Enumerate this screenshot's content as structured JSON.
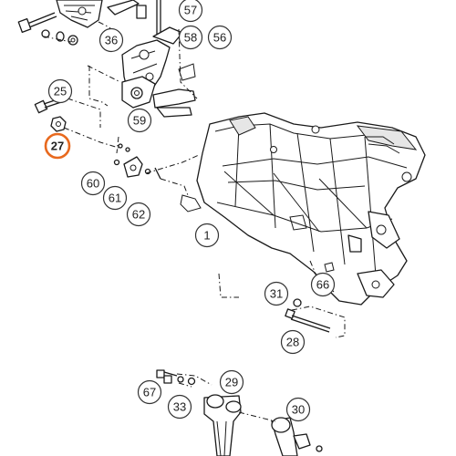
{
  "diagram": {
    "highlight_color": "#e8691e",
    "callout_color": "#333333",
    "callouts": [
      {
        "label": "57",
        "highlighted": false
      },
      {
        "label": "36",
        "highlighted": false
      },
      {
        "label": "58",
        "highlighted": false
      },
      {
        "label": "56",
        "highlighted": false
      },
      {
        "label": "25",
        "highlighted": false
      },
      {
        "label": "59",
        "highlighted": false
      },
      {
        "label": "27",
        "highlighted": true
      },
      {
        "label": "60",
        "highlighted": false
      },
      {
        "label": "61",
        "highlighted": false
      },
      {
        "label": "62",
        "highlighted": false
      },
      {
        "label": "1",
        "highlighted": false
      },
      {
        "label": "31",
        "highlighted": false
      },
      {
        "label": "66",
        "highlighted": false
      },
      {
        "label": "28",
        "highlighted": false
      },
      {
        "label": "29",
        "highlighted": false
      },
      {
        "label": "67",
        "highlighted": false
      },
      {
        "label": "33",
        "highlighted": false
      },
      {
        "label": "30",
        "highlighted": false
      }
    ]
  }
}
